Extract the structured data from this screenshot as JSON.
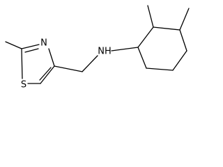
{
  "atoms": {
    "n_amine": "NH",
    "n_ring": "N",
    "s_ring": "S"
  }
}
